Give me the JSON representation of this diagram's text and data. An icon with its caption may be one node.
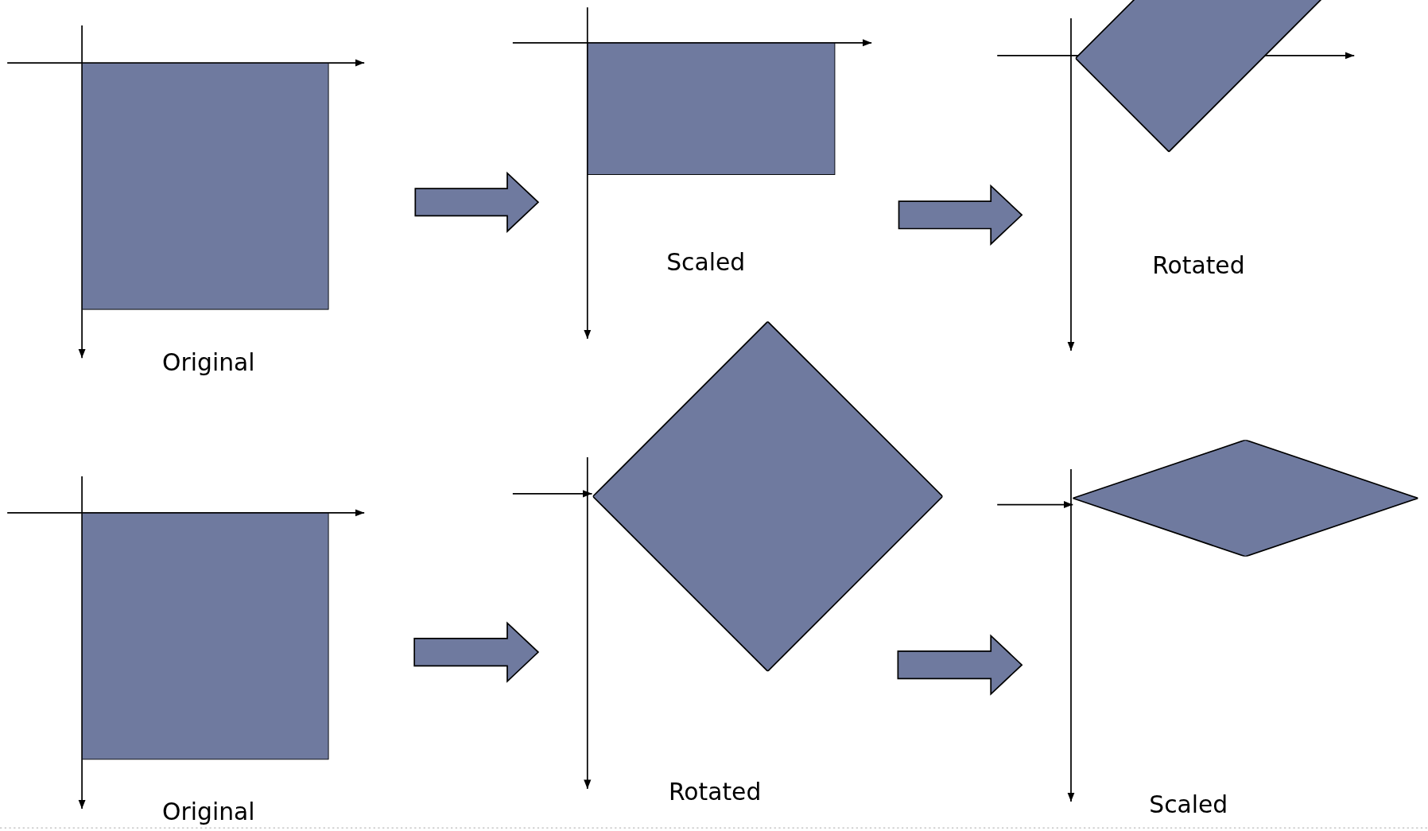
{
  "diagram": {
    "nodes": [
      {
        "text": [],
        "shape": "box",
        "beside": [
          "Original"
        ]
      },
      {
        "text": [],
        "shape": "box",
        "beside": [
          "Scaled"
        ]
      },
      {
        "text": [],
        "shape": "box"
      },
      {
        "text": [],
        "shape": "box",
        "beside": [
          "Original"
        ]
      },
      {
        "text": [],
        "shape": "diamond"
      },
      {
        "text": [],
        "shape": "diamond"
      }
    ],
    "edges": [
      {
        "from": 0,
        "to": 1,
        "arrow": "to",
        "style": "thick"
      },
      {
        "from": 1,
        "to": 2,
        "arrow": "to",
        "style": "thick"
      },
      {
        "from": 3,
        "to": 4,
        "arrow": "to",
        "style": "thick"
      },
      {
        "from": 4,
        "to": 5,
        "arrow": "to",
        "style": "thick"
      }
    ],
    "labels": [
      "Rotated",
      "Rotated",
      "Scaled"
    ]
  }
}
